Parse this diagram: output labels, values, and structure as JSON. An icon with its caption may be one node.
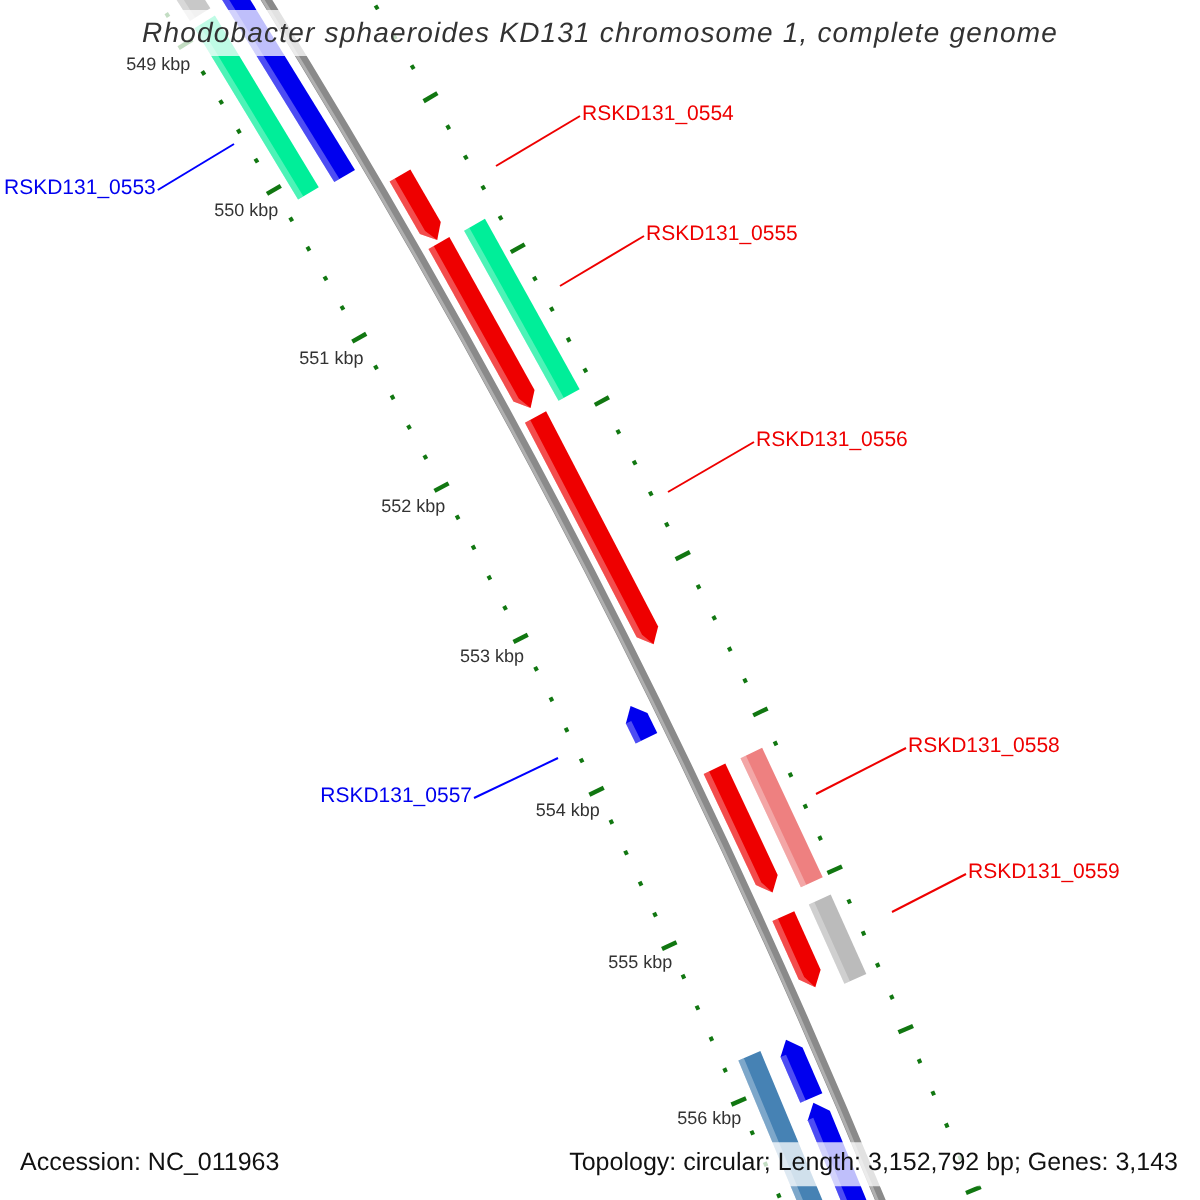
{
  "diagram": {
    "title": "Rhodobacter sphaeroides KD131 chromosome 1, complete genome",
    "nodes": [
      {
        "text": [
          "RSKD131_0553"
        ]
      },
      {
        "text": [
          "RSKD131_0554"
        ]
      },
      {
        "text": [
          "RSKD131_0555"
        ]
      },
      {
        "text": [
          "RSKD131_0556"
        ]
      },
      {
        "text": [
          "RSKD131_0557"
        ]
      },
      {
        "text": [
          "RSKD131_0558"
        ]
      },
      {
        "text": [
          "RSKD131_0559"
        ]
      }
    ],
    "edges": [
      {
        "from": 0,
        "to": null,
        "arrow": "none",
        "color": "#0000ff"
      },
      {
        "from": 1,
        "to": null,
        "arrow": "none"
      },
      {
        "from": 2,
        "to": null,
        "arrow": "none"
      },
      {
        "from": 3,
        "to": null,
        "arrow": "none"
      },
      {
        "from": 4,
        "to": null,
        "arrow": "none",
        "color": "#0000ff"
      },
      {
        "from": 5,
        "to": null,
        "arrow": "none"
      },
      {
        "from": 6,
        "to": null,
        "arrow": "none"
      }
    ],
    "labels": [
      "549 kbp",
      "550 kbp",
      "551 kbp",
      "552 kbp",
      "553 kbp",
      "554 kbp",
      "555 kbp",
      "556 kbp",
      "Accession: NC_011963",
      "Topology: circular; Length: 3,152,792 bp; Genes: 3,143"
    ]
  }
}
